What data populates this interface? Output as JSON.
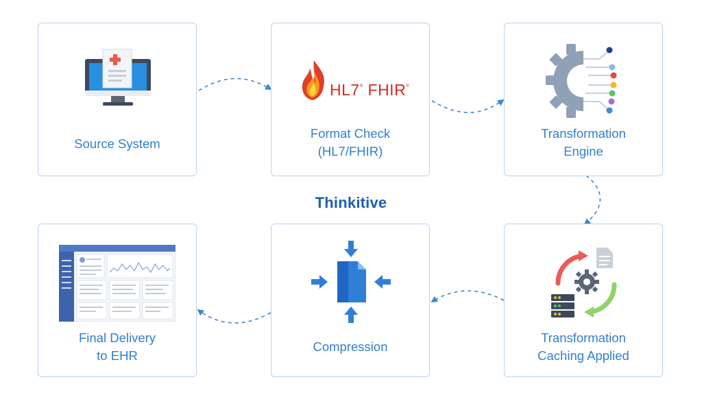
{
  "diagram": {
    "brand": "Thinkitive",
    "steps": [
      {
        "id": "source",
        "label_lines": [
          "Source System"
        ],
        "icon": "monitor-medical-document-icon"
      },
      {
        "id": "format",
        "label_lines": [
          "Format Check",
          "(HL7/FHIR)"
        ],
        "icon": "hl7-fhir-logo",
        "logo_text": {
          "hl7": "HL7",
          "fhir": "FHIR"
        }
      },
      {
        "id": "transform",
        "label_lines": [
          "Transformation",
          "Engine"
        ],
        "icon": "gear-circuit-icon"
      },
      {
        "id": "caching",
        "label_lines": [
          "Transformation",
          "Caching Applied"
        ],
        "icon": "cycle-gear-server-icon"
      },
      {
        "id": "compression",
        "label_lines": [
          "Compression"
        ],
        "icon": "document-compress-arrows-icon"
      },
      {
        "id": "delivery",
        "label_lines": [
          "Final Delivery",
          "to EHR"
        ],
        "icon": "ehr-dashboard-screenshot"
      }
    ],
    "colors": {
      "label": "#2f7fd1",
      "card_border": "#b9d3ee",
      "connector": "#3a86d6",
      "brand": "#1f5fb0",
      "hl7_red": "#d42a20"
    }
  }
}
